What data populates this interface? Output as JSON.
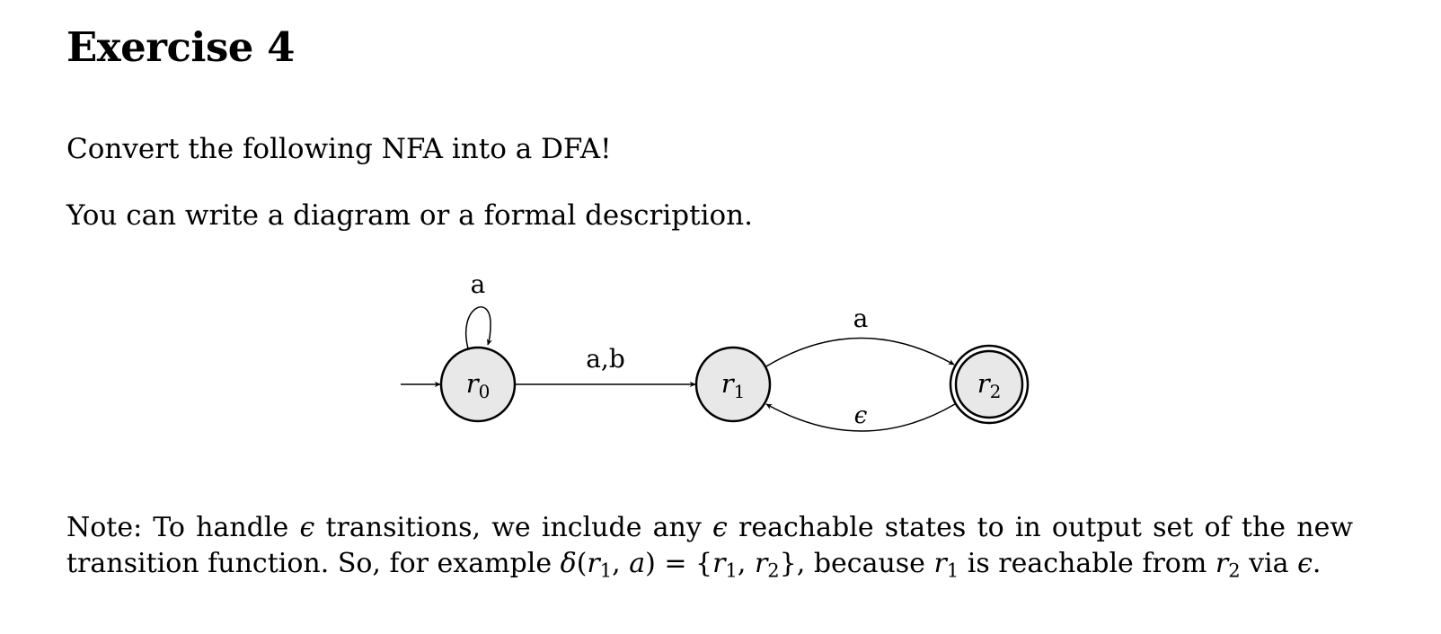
{
  "document": {
    "title": "Exercise 4",
    "instruction": "Convert the following NFA into a DFA!",
    "hint": "You can write a diagram or a formal description."
  },
  "automaton": {
    "states": [
      {
        "id": "r0",
        "base": "r",
        "sub": "0",
        "initial": true,
        "accepting": false
      },
      {
        "id": "r1",
        "base": "r",
        "sub": "1",
        "initial": false,
        "accepting": false
      },
      {
        "id": "r2",
        "base": "r",
        "sub": "2",
        "initial": false,
        "accepting": true
      }
    ],
    "transitions": [
      {
        "from": "r0",
        "to": "r0",
        "label": "a"
      },
      {
        "from": "r0",
        "to": "r1",
        "label": "a,b"
      },
      {
        "from": "r1",
        "to": "r2",
        "label": "a"
      },
      {
        "from": "r2",
        "to": "r1",
        "label": "ϵ"
      }
    ],
    "state_fill": "#e8e8e8",
    "stroke_color": "#000000"
  },
  "note": {
    "label": "Note:",
    "text_1": "To handle ",
    "eps": "ϵ",
    "text_2": " transitions, we include any ",
    "text_3": " reachable states to in output set of the new transition function. So, for example ",
    "delta": "δ",
    "open_paren": "(",
    "r": "r",
    "sub_1": "1",
    "sub_2": "2",
    "comma": ", ",
    "a": "a",
    "close_paren": ")",
    "equals": " = ",
    "open_brace": "{",
    "close_brace": "}",
    "text_4": ", because ",
    "text_5": " is reachable from ",
    "text_6": " via ",
    "period": "."
  }
}
